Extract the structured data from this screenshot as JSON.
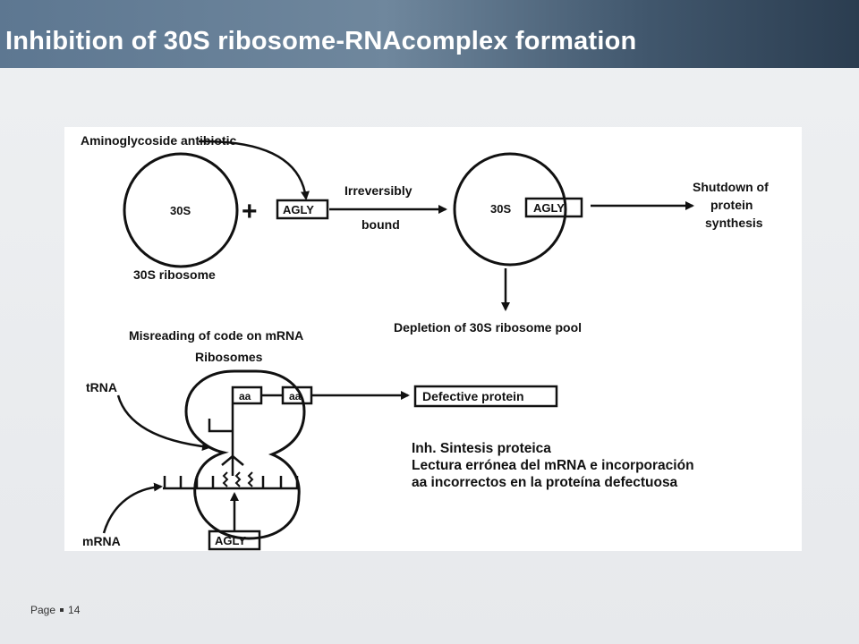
{
  "slide": {
    "title": "Inhibition of 30S ribosome-RNAcomplex formation",
    "page_label": "Page",
    "page_number": "14"
  },
  "diagram": {
    "antibiotic_label": "Aminoglycoside antibiotic",
    "ribosome_label": "30S",
    "ribosome_caption": "30S ribosome",
    "plus": "+",
    "agly": "AGLY",
    "irreversibly": "Irreversibly",
    "bound": "bound",
    "bound_ribosome_label": "30S",
    "shutdown_line1": "Shutdown of",
    "shutdown_line2": "protein",
    "shutdown_line3": "synthesis",
    "depletion": "Depletion of 30S ribosome pool",
    "misreading": "Misreading of code on mRNA",
    "ribosomes": "Ribosomes",
    "trna": "tRNA",
    "aa1": "aa",
    "aa2": "aa",
    "defective": "Defective protein",
    "mrna": "mRNA",
    "agly_bottom": "AGLY"
  },
  "caption": {
    "line1": "Inh. Sintesis proteica",
    "line2": "Lectura errónea del mRNA e incorporación",
    "line3": "aa incorrectos en la proteína defectuosa"
  }
}
